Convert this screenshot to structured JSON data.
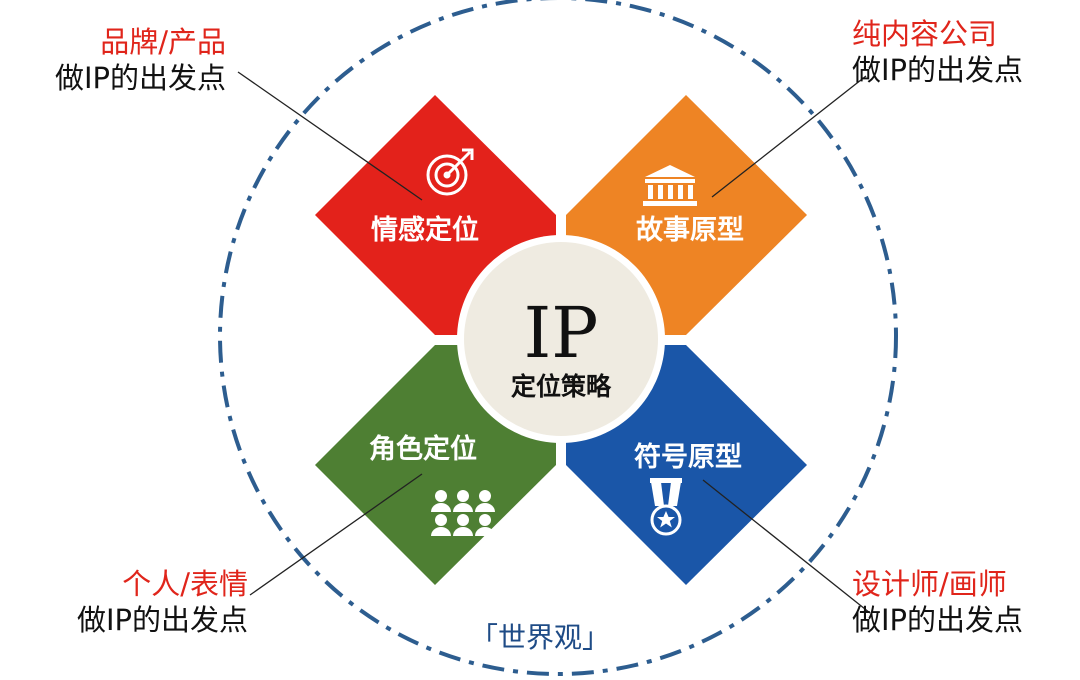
{
  "center": {
    "title": "IP",
    "subtitle": "定位策略"
  },
  "quadrants": {
    "top_left": {
      "label": "情感定位",
      "icon": "target-icon",
      "color": "#e3221b"
    },
    "top_right": {
      "label": "故事原型",
      "icon": "museum-icon",
      "color": "#ee8424"
    },
    "bottom_left": {
      "label": "角色定位",
      "icon": "group-icon",
      "color": "#4e7f33"
    },
    "bottom_right": {
      "label": "符号原型",
      "icon": "medal-icon",
      "color": "#1a56a8"
    }
  },
  "annotations": {
    "top_left": {
      "title": "品牌/产品",
      "text": "做IP的出发点"
    },
    "top_right": {
      "title": "纯内容公司",
      "text": "做IP的出发点"
    },
    "bottom_left": {
      "title": "个人/表情",
      "text": "做IP的出发点"
    },
    "bottom_right": {
      "title": "设计师/画师",
      "text": "做IP的出发点"
    }
  },
  "footer": {
    "label": "「世界观」"
  },
  "colors": {
    "circle_border": "#2d5d8f",
    "accent_red": "#e0251b",
    "center_fill": "#efebe1"
  }
}
